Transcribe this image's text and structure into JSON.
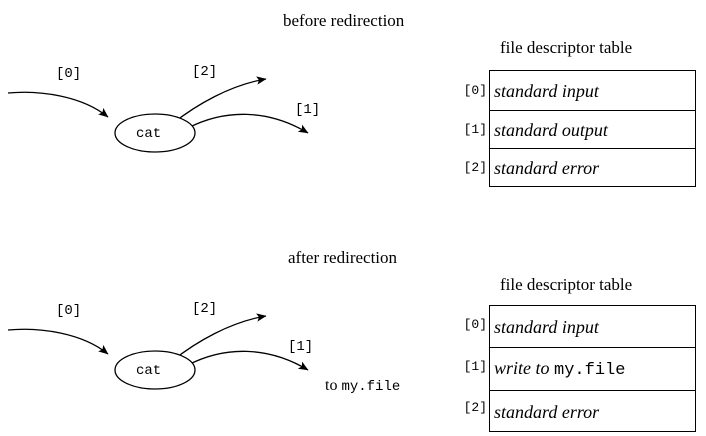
{
  "figure": {
    "title_before": "before redirection",
    "title_after": "after redirection"
  },
  "sections": [
    {
      "id": "before",
      "heading": "before redirection",
      "process": {
        "name": "cat",
        "shape": "ellipse"
      },
      "arrows": [
        {
          "label": "[0]",
          "direction": "in",
          "target": "process"
        },
        {
          "label": "[2]",
          "direction": "out",
          "target": ""
        },
        {
          "label": "[1]",
          "direction": "out",
          "target": ""
        }
      ],
      "table": {
        "caption": "file descriptor table",
        "rows": [
          {
            "index": "[0]",
            "value": "standard input",
            "mono_suffix": ""
          },
          {
            "index": "[1]",
            "value": "standard output",
            "mono_suffix": ""
          },
          {
            "index": "[2]",
            "value": "standard error",
            "mono_suffix": ""
          }
        ]
      },
      "note": {
        "prefix": "",
        "mono": ""
      }
    },
    {
      "id": "after",
      "heading": "after redirection",
      "process": {
        "name": "cat",
        "shape": "ellipse"
      },
      "arrows": [
        {
          "label": "[0]",
          "direction": "in",
          "target": "process"
        },
        {
          "label": "[2]",
          "direction": "out",
          "target": ""
        },
        {
          "label": "[1]",
          "direction": "out",
          "target": "my.file"
        }
      ],
      "table": {
        "caption": "file descriptor table",
        "rows": [
          {
            "index": "[0]",
            "value": "standard input",
            "mono_suffix": ""
          },
          {
            "index": "[1]",
            "value": "write to",
            "mono_suffix": "my.file"
          },
          {
            "index": "[2]",
            "value": "standard error",
            "mono_suffix": ""
          }
        ]
      },
      "note": {
        "prefix": "to",
        "mono": "my.file"
      }
    }
  ],
  "colors": {
    "stroke": "#000000",
    "background": "#ffffff"
  }
}
